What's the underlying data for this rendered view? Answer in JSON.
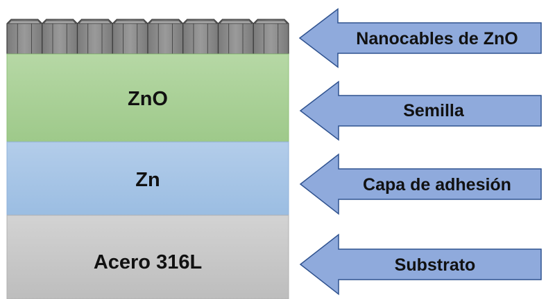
{
  "layers": [
    {
      "id": "nanowires",
      "label": ""
    },
    {
      "id": "zno",
      "label": "ZnO"
    },
    {
      "id": "zn",
      "label": "Zn"
    },
    {
      "id": "steel",
      "label": "Acero 316L"
    }
  ],
  "arrows": [
    {
      "label": "Nanocables de ZnO"
    },
    {
      "label": "Semilla"
    },
    {
      "label": "Capa de adhesión"
    },
    {
      "label": "Substrato"
    }
  ],
  "colors": {
    "nanowire_fill": "#8c8c8c",
    "nanowire_stroke": "#3a3a3a",
    "zno_top": "#b6d8a5",
    "zno_bottom": "#9ec98a",
    "zn_top": "#b3cdea",
    "zn_bottom": "#9bbde2",
    "steel_top": "#d3d3d3",
    "steel_bottom": "#bdbdbd",
    "arrow_fill": "#8faadc",
    "arrow_stroke": "#2f528f"
  }
}
